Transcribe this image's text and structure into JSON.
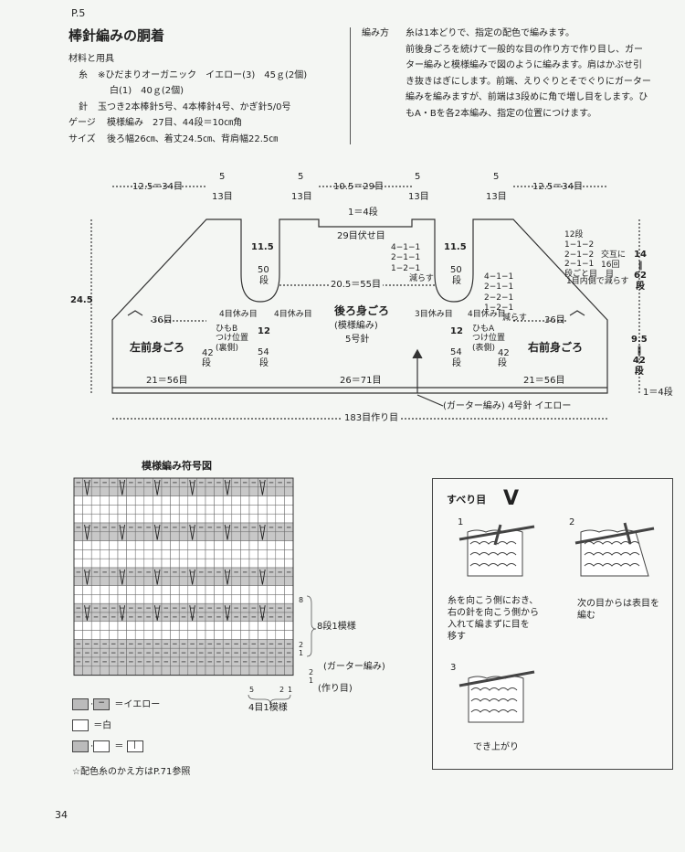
{
  "page": {
    "section_label": "P.5",
    "title": "棒針編みの胴着",
    "page_number": "34",
    "note": "☆配色糸のかえ方はP.71参照"
  },
  "materials": {
    "heading": "材料と用具",
    "yarn_label": "糸",
    "yarn_line1": "※ひだまりオーガニック　イエロー(3)　45ｇ(2個)",
    "yarn_line2": "白(1)　40ｇ(2個)",
    "needle_label": "針",
    "needle_line": "玉つき2本棒針5号、4本棒針4号、かぎ針5/0号",
    "gauge_label": "ゲージ",
    "gauge_line": "模様編み　27目、44段＝10㎝角",
    "size_label": "サイズ",
    "size_line": "後ろ幅26㎝、着丈24.5㎝、背肩幅22.5㎝"
  },
  "method": {
    "label": "編み方",
    "lines": [
      "糸は1本どりで、指定の配色で編みます。",
      "前後身ごろを続けて一般的な目の作り方で作り目し、ガー",
      "ター編みと模様編みで図のように編みます。肩はかぶせ引",
      "き抜きはぎにします。前端、えりぐりとそでぐりにガーター",
      "編みを編みますが、前端は3段めに角で増し目をします。ひ",
      "もA・Bを各2本編み、指定の位置につけます。"
    ]
  },
  "diagram": {
    "top_dims": [
      "12.5＝34目",
      "5",
      "13目",
      "5",
      "13目",
      "10.5＝29目",
      "5",
      "13目",
      "5",
      "13目",
      "12.5＝34目"
    ],
    "neck_top": "1＝4段",
    "neck_bind": "29目伏せ目",
    "armhole_left_a": "11.5",
    "armhole_left_b": "50",
    "armhole_left_c": "段",
    "armhole_right_a": "11.5",
    "armhole_right_b": "50",
    "armhole_right_c": "段",
    "dec_left": [
      "4−1−1",
      "2−1−1",
      "1−2−1",
      "減らす"
    ],
    "dec_right": [
      "4−1−1",
      "2−1−1",
      "2−2−1",
      "1−2−1",
      "減らす"
    ],
    "width_mid": "20.5＝55目",
    "back_title": "後ろ身ごろ",
    "back_pattern": "(模様編み)",
    "back_needle": "5号針",
    "rest_left": "4目休み目",
    "rest_left2": "4目休み目",
    "rest_right": "3目休み目",
    "rest_right2": "4目休み目",
    "h_left_a": "12",
    "h_left_b": "54",
    "h_left_c": "段",
    "h_right_a": "12",
    "h_right_b": "54",
    "h_right_c": "段",
    "left_front": "左前身ごろ",
    "right_front": "右前身ごろ",
    "left_36": "36目",
    "right_36": "36目",
    "tie_b": [
      "ひもB",
      "つけ位置",
      "(裏側)"
    ],
    "tie_a": [
      "ひもA",
      "つけ位置",
      "(表側)"
    ],
    "left_42": [
      "42",
      "段"
    ],
    "right_42": [
      "42",
      "段"
    ],
    "bottom_left": "21＝56目",
    "bottom_mid": "26＝71目",
    "bottom_right": "21＝56目",
    "height_total": "24.5",
    "right_dec": [
      "12段",
      "1−1−2",
      "2−1−2",
      "2−1−1",
      "段ごと目　目"
    ],
    "right_dec_note": [
      "交互に",
      "16回",
      "1目内側で減らす"
    ],
    "right_h1": [
      "14",
      "‖",
      "62",
      "段"
    ],
    "right_h2": [
      "9.5",
      "‖",
      "42",
      "段"
    ],
    "right_h3": "1＝4段",
    "garter_note": "(ガーター編み)  4号針  イエロー",
    "cast_on": "183目作り目"
  },
  "chart": {
    "title": "模様編み符号図",
    "label_8": "8",
    "label_2": "2",
    "label_1": "1",
    "label_2b": "2",
    "label_1b": "1",
    "repeat_rows": "8段1模様",
    "garter": "(ガーター編み)",
    "cast": "(作り目)",
    "col5": "5",
    "col2": "2",
    "col1": "1",
    "repeat_cols": "4目1模様",
    "legend_yellow": "＝イエロー",
    "legend_white": "＝白",
    "legend_knit": "＝"
  },
  "slip": {
    "title": "すべり目",
    "symbol": "V",
    "step1": "1",
    "step2": "2",
    "step3": "3",
    "desc1": [
      "糸を向こう側におき、",
      "右の針を向こう側から",
      "入れて編まずに目を",
      "移す"
    ],
    "desc2": [
      "次の目からは表目を",
      "編む"
    ],
    "done": "でき上がり"
  }
}
